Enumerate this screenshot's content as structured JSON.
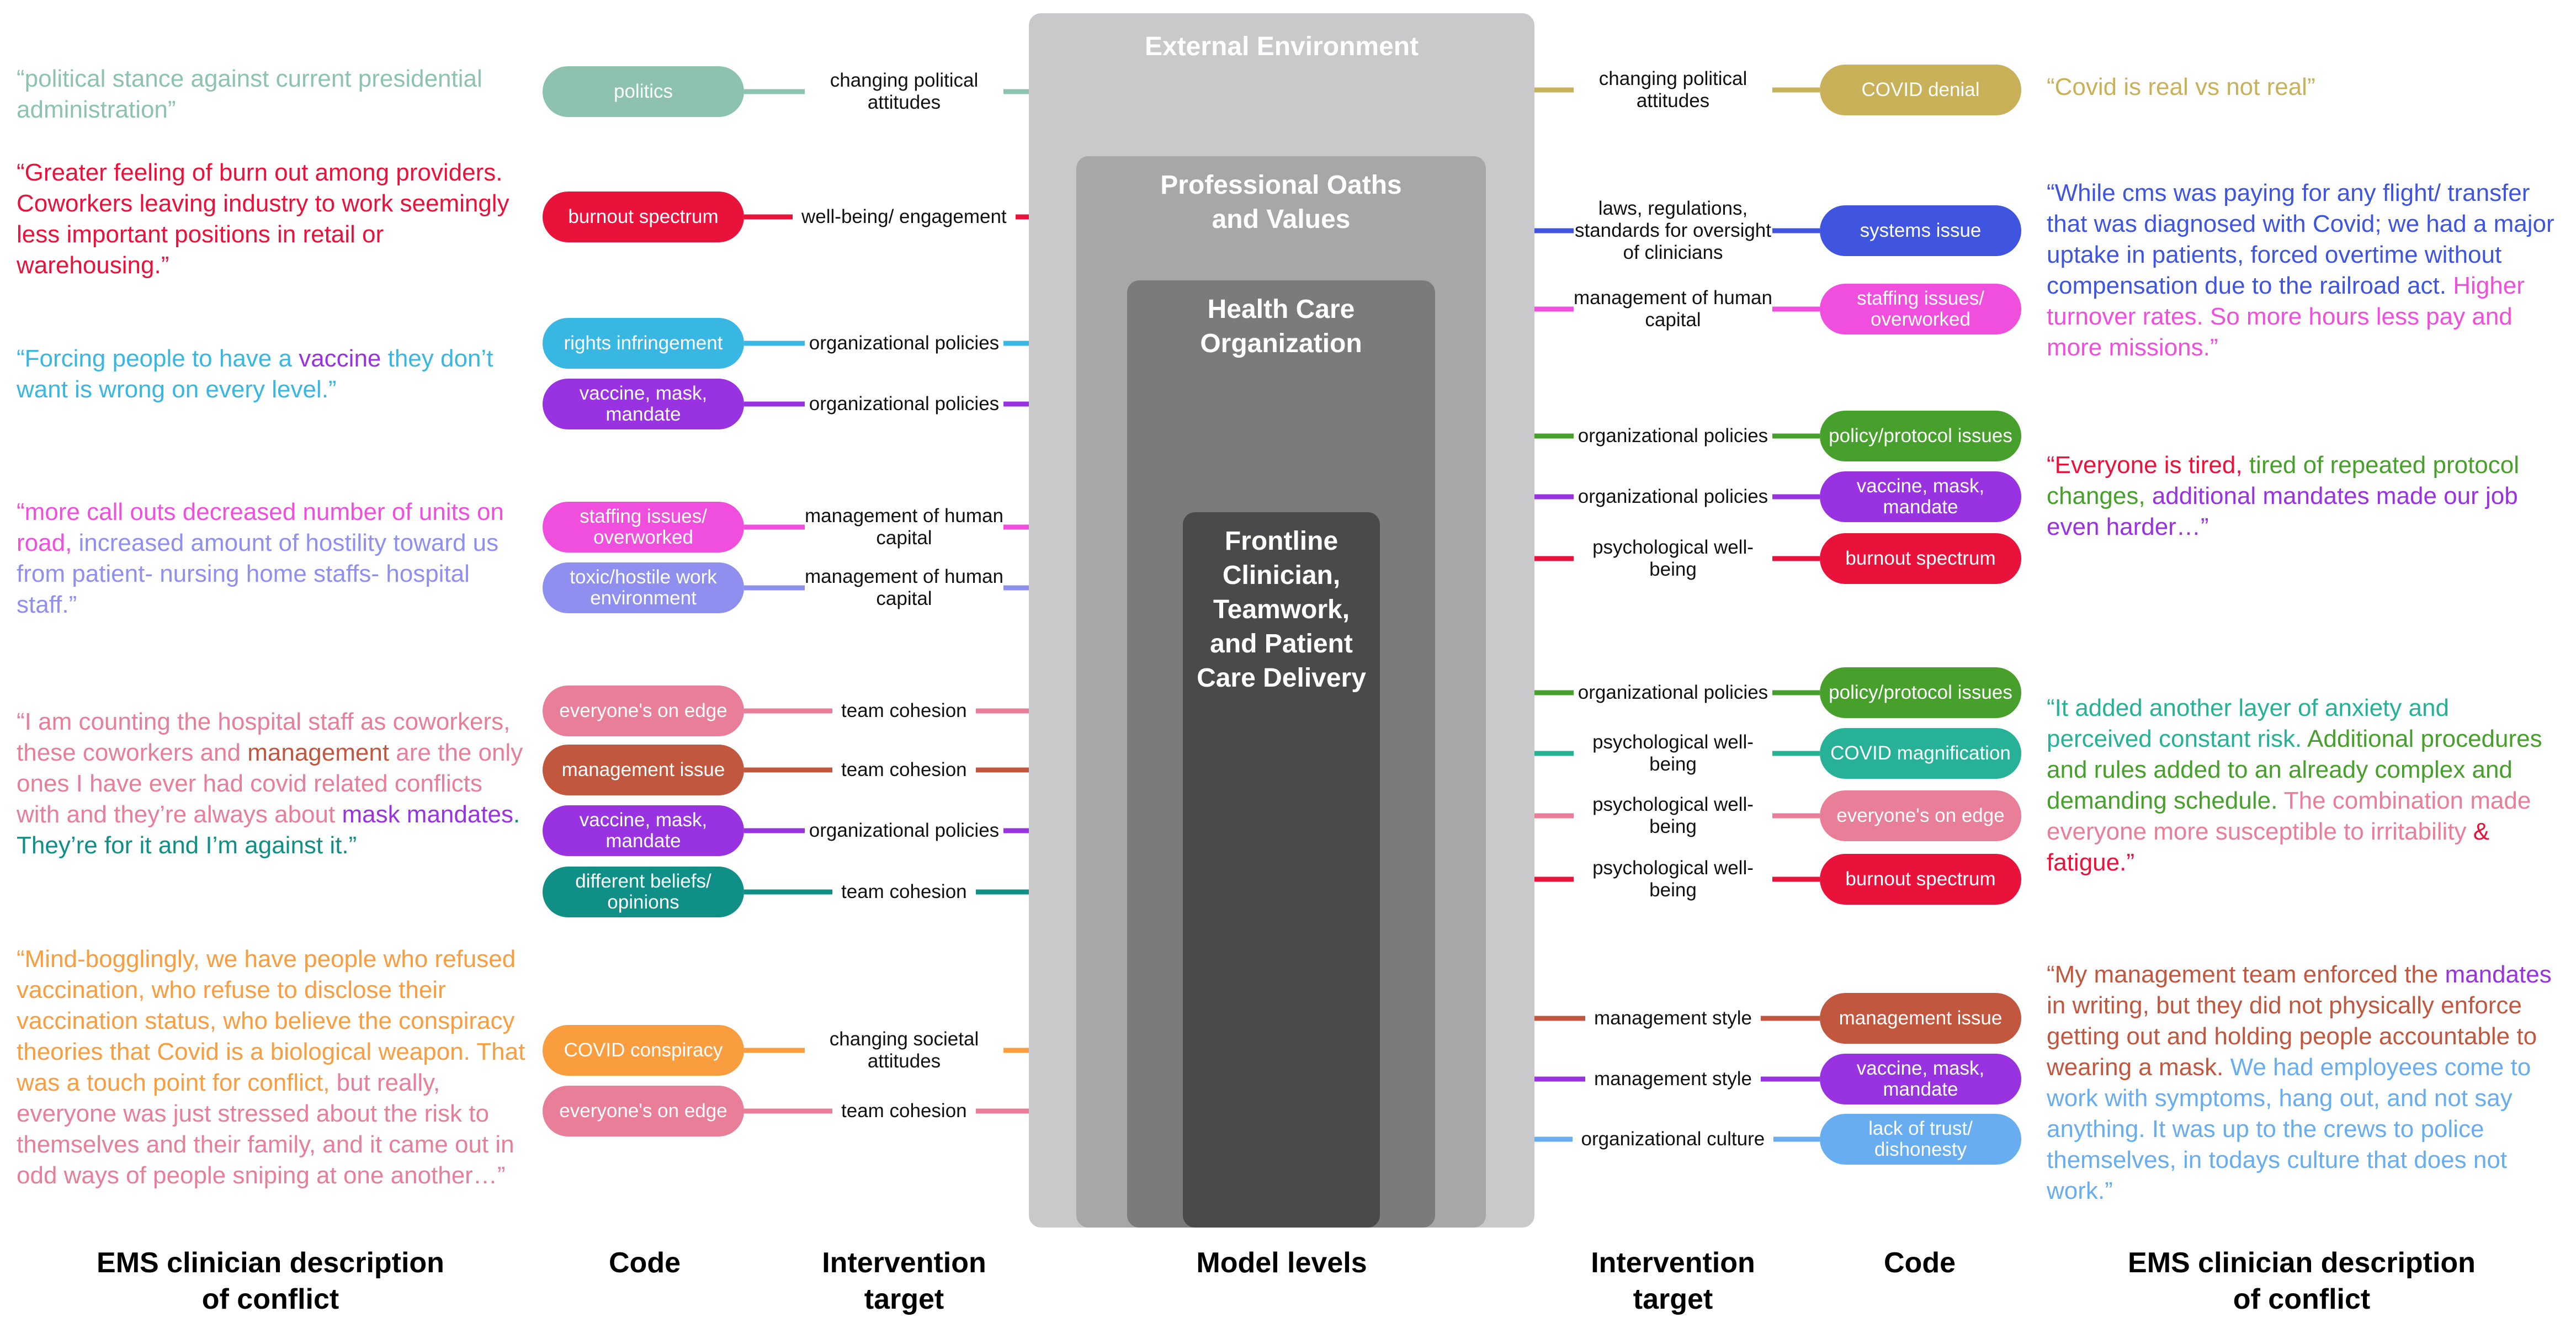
{
  "colors": {
    "mint": "#8dc3ae",
    "gold": "#c9b15a",
    "red": "#e8123b",
    "blue": "#3f55e0",
    "magenta": "#ef4fdc",
    "cyan": "#39b7e3",
    "purple": "#9932e0",
    "green": "#48a02c",
    "lavender": "#8f8ff0",
    "pink": "#e87e98",
    "brick": "#c2573f",
    "teal": "#0f8f86",
    "seagreen": "#27b196",
    "orange": "#fa9d3e",
    "skyblue": "#67adf0",
    "level1": "#c9c9cb",
    "level2": "#a7a7a9",
    "level3": "#7b7b7d",
    "level4": "#4a4a4c"
  },
  "levels": [
    {
      "name": "External Environment"
    },
    {
      "name": "Professional Oaths and Values"
    },
    {
      "name": "Health Care Organization"
    },
    {
      "name": "Frontline Clinician, Teamwork, and Patient Care Delivery"
    }
  ],
  "column_headers": {
    "left_description": "EMS clinician description of conflict",
    "left_code": "Code",
    "left_target": "Intervention target",
    "model": "Model levels",
    "right_target": "Intervention target",
    "right_code": "Code",
    "right_description": "EMS clinician description of conflict"
  },
  "left_codes": [
    {
      "code": "politics",
      "target": "changing political attitudes",
      "color": "#8dc3ae"
    },
    {
      "code": "burnout spectrum",
      "target": "well-being/ engagement",
      "color": "#e8123b"
    },
    {
      "code": "rights infringement",
      "target": "organizational policies",
      "color": "#39b7e3"
    },
    {
      "code": "vaccine, mask, mandate",
      "target": "organizational policies",
      "color": "#9932e0"
    },
    {
      "code": "staffing issues/ overworked",
      "target": "management of human capital",
      "color": "#ef4fdc"
    },
    {
      "code": "toxic/hostile work environment",
      "target": "management of human capital",
      "color": "#8f8ff0"
    },
    {
      "code": "everyone's on edge",
      "target": "team cohesion",
      "color": "#e87e98"
    },
    {
      "code": "management issue",
      "target": "team cohesion",
      "color": "#c2573f"
    },
    {
      "code": "vaccine, mask, mandate",
      "target": "organizational policies",
      "color": "#9932e0"
    },
    {
      "code": "different beliefs/ opinions",
      "target": "team cohesion",
      "color": "#0f8f86"
    },
    {
      "code": "COVID conspiracy",
      "target": "changing societal attitudes",
      "color": "#fa9d3e"
    },
    {
      "code": "everyone's on edge",
      "target": "team cohesion",
      "color": "#e87e98"
    }
  ],
  "right_codes": [
    {
      "code": "COVID denial",
      "target": "changing political attitudes",
      "color": "#c9b15a"
    },
    {
      "code": "systems issue",
      "target": "laws, regulations, standards for oversight of clinicians",
      "color": "#3f55e0"
    },
    {
      "code": "staffing issues/ overworked",
      "target": "management of human capital",
      "color": "#ef4fdc"
    },
    {
      "code": "policy/protocol issues",
      "target": "organizational policies",
      "color": "#48a02c"
    },
    {
      "code": "vaccine, mask, mandate",
      "target": "organizational policies",
      "color": "#9932e0"
    },
    {
      "code": "burnout spectrum",
      "target": "psychological well-being",
      "color": "#e8123b"
    },
    {
      "code": "policy/protocol issues",
      "target": "organizational policies",
      "color": "#48a02c"
    },
    {
      "code": "COVID magnification",
      "target": "psychological well-being",
      "color": "#27b196"
    },
    {
      "code": "everyone's on edge",
      "target": "psychological well-being",
      "color": "#e87e98"
    },
    {
      "code": "burnout spectrum",
      "target": "psychological well-being",
      "color": "#e8123b"
    },
    {
      "code": "management issue",
      "target": "management style",
      "color": "#c2573f"
    },
    {
      "code": "vaccine, mask, mandate",
      "target": "management style",
      "color": "#9932e0"
    },
    {
      "code": "lack of trust/ dishonesty",
      "target": "organizational culture",
      "color": "#67adf0"
    }
  ],
  "left_quotes": [
    {
      "segments": [
        {
          "text": "“political stance against current presidential administration”",
          "color": "#8dc3ae"
        }
      ]
    },
    {
      "segments": [
        {
          "text": "“Greater feeling of burn out among providers. Coworkers leaving industry to work seemingly less important positions in retail or warehousing.”",
          "color": "#e8123b"
        }
      ]
    },
    {
      "segments": [
        {
          "text": "“Forcing people to have a ",
          "color": "#39b7e3"
        },
        {
          "text": "vaccine",
          "color": "#9932e0"
        },
        {
          "text": " they don’t want is wrong on every level.”",
          "color": "#39b7e3"
        }
      ]
    },
    {
      "segments": [
        {
          "text": "“more call outs decreased number of units on road, ",
          "color": "#ef4fdc"
        },
        {
          "text": "increased amount of hostility toward us from patient- nursing home staffs- hospital staff.”",
          "color": "#8f8ff0"
        }
      ]
    },
    {
      "segments": [
        {
          "text": "“I am counting the hospital staff as coworkers, these coworkers and ",
          "color": "#e87e98"
        },
        {
          "text": "management",
          "color": "#c2573f"
        },
        {
          "text": " are the only ones I have ever had covid related conflicts with and they’re always about ",
          "color": "#e87e98"
        },
        {
          "text": "mask mandates",
          "color": "#9932e0"
        },
        {
          "text": ". They’re for it and I’m against it.”",
          "color": "#0f8f86"
        }
      ]
    },
    {
      "segments": [
        {
          "text": "“Mind-bogglingly, we have people who refused vaccination, who refuse to disclose their vaccination status, who believe the conspiracy theories that Covid is a biological weapon. That was a touch point for conflict, ",
          "color": "#fa9d3e"
        },
        {
          "text": "but really, everyone was just stressed about the risk to themselves and their family, and it came out in odd ways of people sniping at one another…”",
          "color": "#e87e98"
        }
      ]
    }
  ],
  "right_quotes": [
    {
      "segments": [
        {
          "text": "“Covid is real vs not real”",
          "color": "#c9b15a"
        }
      ]
    },
    {
      "segments": [
        {
          "text": "“While cms was paying for any flight/ transfer that was diagnosed with Covid; we had a major uptake in patients, forced overtime without compensation due to the railroad act. ",
          "color": "#3f55e0"
        },
        {
          "text": "Higher turnover rates. So more hours less pay and more missions.”",
          "color": "#ef4fdc"
        }
      ]
    },
    {
      "segments": [
        {
          "text": "“Everyone is tired, ",
          "color": "#e8123b"
        },
        {
          "text": "tired of repeated protocol changes, ",
          "color": "#48a02c"
        },
        {
          "text": "additional mandates made our job even harder…”",
          "color": "#9932e0"
        }
      ]
    },
    {
      "segments": [
        {
          "text": "“It added another layer of anxiety and perceived constant risk. ",
          "color": "#27b196"
        },
        {
          "text": "Additional procedures and rules added to an already complex and demanding schedule. ",
          "color": "#48a02c"
        },
        {
          "text": "The combination made everyone more susceptible to irritability ",
          "color": "#e87e98"
        },
        {
          "text": "& fatigue.”",
          "color": "#e8123b"
        }
      ]
    },
    {
      "segments": [
        {
          "text": "“My management team enforced the ",
          "color": "#c2573f"
        },
        {
          "text": "mandates",
          "color": "#9932e0"
        },
        {
          "text": " in writing, but they did not physically enforce getting out and holding people accountable to wearing a mask. ",
          "color": "#c2573f"
        },
        {
          "text": "We had employees come to work with symptoms, hang out, and not say anything. It was up to the crews to police themselves, in todays culture that does not work.”",
          "color": "#67adf0"
        }
      ]
    }
  ]
}
